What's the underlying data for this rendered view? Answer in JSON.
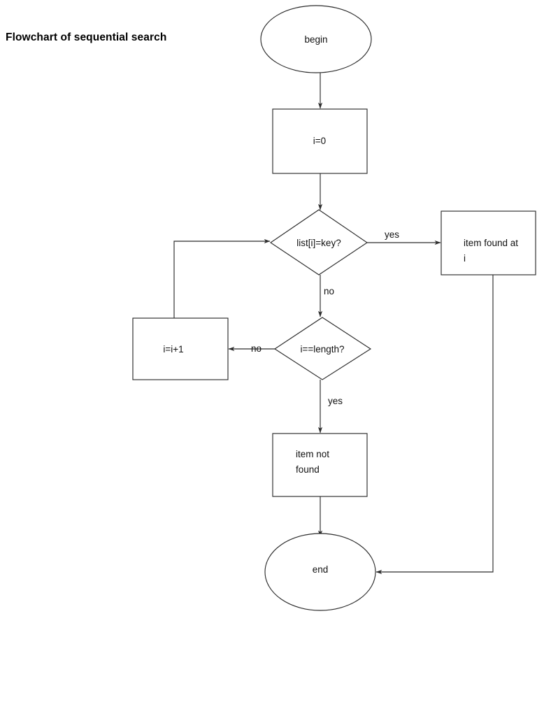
{
  "title": "Flowchart of sequential search",
  "colors": {
    "background": "#ffffff",
    "stroke": "#2b2b2b",
    "text": "#111111",
    "title": "#000000"
  },
  "diagram": {
    "type": "flowchart",
    "orientation": "top-to-bottom",
    "nodes": [
      {
        "id": "begin",
        "shape": "ellipse",
        "label": "begin",
        "align": "center"
      },
      {
        "id": "init",
        "shape": "rectangle",
        "label": "i=0",
        "align": "center"
      },
      {
        "id": "compare",
        "shape": "diamond",
        "label": "list[i]=key?",
        "align": "center"
      },
      {
        "id": "found",
        "shape": "rectangle",
        "label_line1": "item found at",
        "label_line2": "i",
        "align": "left"
      },
      {
        "id": "lengthcheck",
        "shape": "diamond",
        "label": "i==length?",
        "align": "center"
      },
      {
        "id": "increment",
        "shape": "rectangle",
        "label": "i=i+1",
        "align": "center"
      },
      {
        "id": "notfound",
        "shape": "rectangle",
        "label_line1": "item not",
        "label_line2": "found",
        "align": "left"
      },
      {
        "id": "end",
        "shape": "ellipse",
        "label": "end",
        "align": "center"
      }
    ],
    "edges": [
      {
        "from": "begin",
        "to": "init",
        "label": ""
      },
      {
        "from": "init",
        "to": "compare",
        "label": ""
      },
      {
        "from": "compare",
        "to": "found",
        "label": "yes"
      },
      {
        "from": "compare",
        "to": "lengthcheck",
        "label": "no"
      },
      {
        "from": "lengthcheck",
        "to": "increment",
        "label": "no"
      },
      {
        "from": "lengthcheck",
        "to": "notfound",
        "label": "yes"
      },
      {
        "from": "increment",
        "to": "compare",
        "label": ""
      },
      {
        "from": "notfound",
        "to": "end",
        "label": ""
      },
      {
        "from": "found",
        "to": "end",
        "label": ""
      }
    ],
    "edge_labels": {
      "compare_yes": "yes",
      "compare_no": "no",
      "length_no": "no",
      "length_yes": "yes"
    }
  }
}
